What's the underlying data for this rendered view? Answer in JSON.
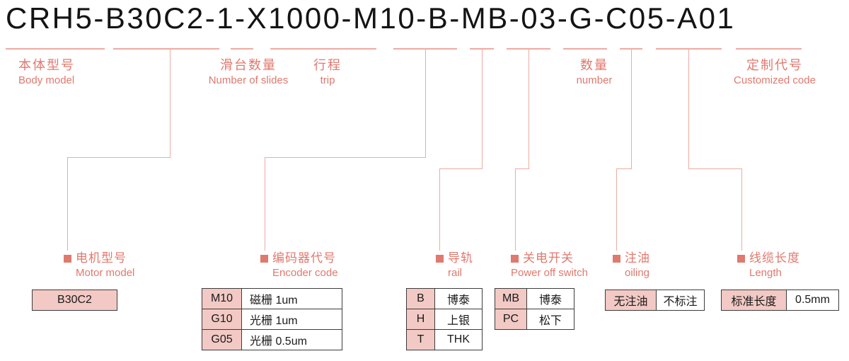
{
  "model_code": "CRH5-B30C2-1-X1000-M10-B-MB-03-G-C05-A01",
  "colors": {
    "accent_text": "#e0796e",
    "line": "#ecaba3",
    "key_cell_bg": "#f2c9c4",
    "title_text": "#141414"
  },
  "upper_labels": {
    "body_model": {
      "zh": "本体型号",
      "en": "Body model"
    },
    "slides": {
      "zh": "滑台数量",
      "en": "Number of slides"
    },
    "trip": {
      "zh": "行程",
      "en": "trip"
    },
    "number": {
      "zh": "数量",
      "en": "number"
    },
    "customized": {
      "zh": "定制代号",
      "en": "Customized code"
    }
  },
  "lower_labels": {
    "motor": {
      "zh": "电机型号",
      "en": "Motor model"
    },
    "encoder": {
      "zh": "编码器代号",
      "en": "Encoder code"
    },
    "rail": {
      "zh": "导轨",
      "en": "rail"
    },
    "power_switch": {
      "zh": "关电开关",
      "en": "Power off switch"
    },
    "oiling": {
      "zh": "注油",
      "en": "oiling"
    },
    "cable": {
      "zh": "线缆长度",
      "en": "Length"
    }
  },
  "tables": {
    "motor": {
      "rows": [
        [
          "B30C2"
        ]
      ]
    },
    "encoder": {
      "rows": [
        [
          "M10",
          "磁栅 1um"
        ],
        [
          "G10",
          "光栅 1um"
        ],
        [
          "G05",
          "光栅 0.5um"
        ]
      ]
    },
    "rail": {
      "rows": [
        [
          "B",
          "博泰"
        ],
        [
          "H",
          "上银"
        ],
        [
          "T",
          "THK"
        ]
      ]
    },
    "power_switch": {
      "rows": [
        [
          "MB",
          "博泰"
        ],
        [
          "PC",
          "松下"
        ]
      ]
    },
    "oiling": {
      "rows": [
        [
          "无注油",
          "不标注"
        ]
      ]
    },
    "cable": {
      "rows": [
        [
          "标准长度",
          "0.5mm"
        ]
      ]
    }
  }
}
